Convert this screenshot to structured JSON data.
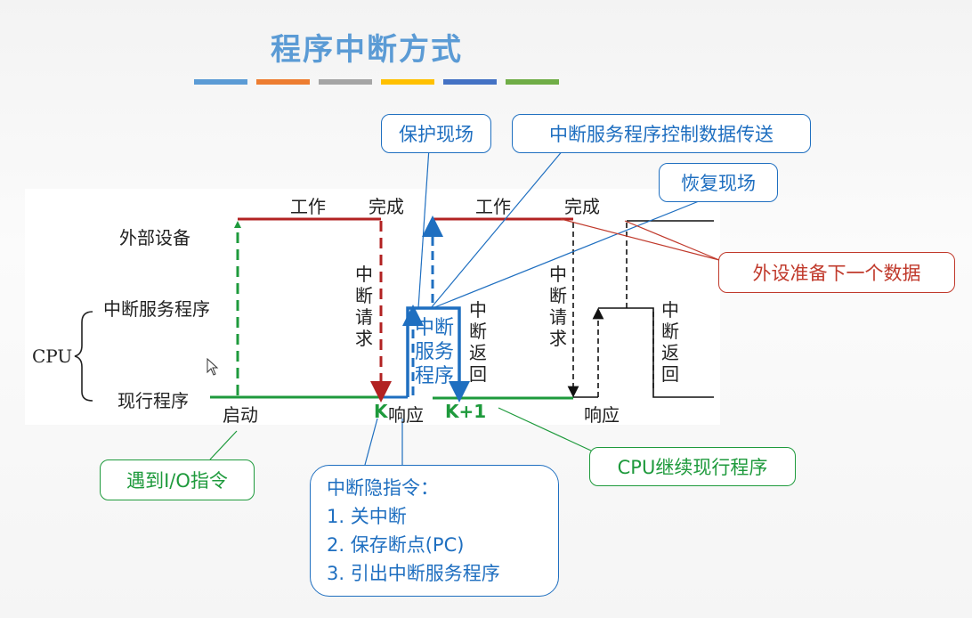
{
  "title": "程序中断方式",
  "title_bar_colors": [
    "#5b9bd5",
    "#ed7d31",
    "#a5a5a5",
    "#ffc000",
    "#4472c4",
    "#70ad47"
  ],
  "rows": {
    "device": "外部设备",
    "isr": "中断服务程序",
    "current": "现行程序",
    "cpu": "CPU"
  },
  "labels": {
    "work1": "工作",
    "done1": "完成",
    "work2": "工作",
    "done2": "完成",
    "start": "启动",
    "k": "K",
    "respond1": "响应",
    "k1": "K+1",
    "respond2": "响应",
    "irq1": "中断请求",
    "ret1": "中断返回",
    "irq2": "中断请求",
    "ret2": "中断返回",
    "isr_block": "中断服务程序"
  },
  "callouts": {
    "save_context": "保护现场",
    "isr_transfer": "中断服务程序控制数据传送",
    "restore_context": "恢复现场",
    "prepare_next": "外设准备下一个数据",
    "io_instruction": "遇到I/O指令",
    "continue_program": "CPU继续现行程序",
    "hidden_title": "中断隐指令：",
    "hidden_items": [
      "1. 关中断",
      "2. 保存断点(PC)",
      "3. 引出中断服务程序"
    ]
  },
  "colors": {
    "green": "#1e9a3c",
    "dark_red": "#b22222",
    "blue": "#1f6fc0",
    "callout_blue": "#1f6fc0",
    "callout_red": "#c0392b",
    "callout_green": "#1e9a3c"
  }
}
